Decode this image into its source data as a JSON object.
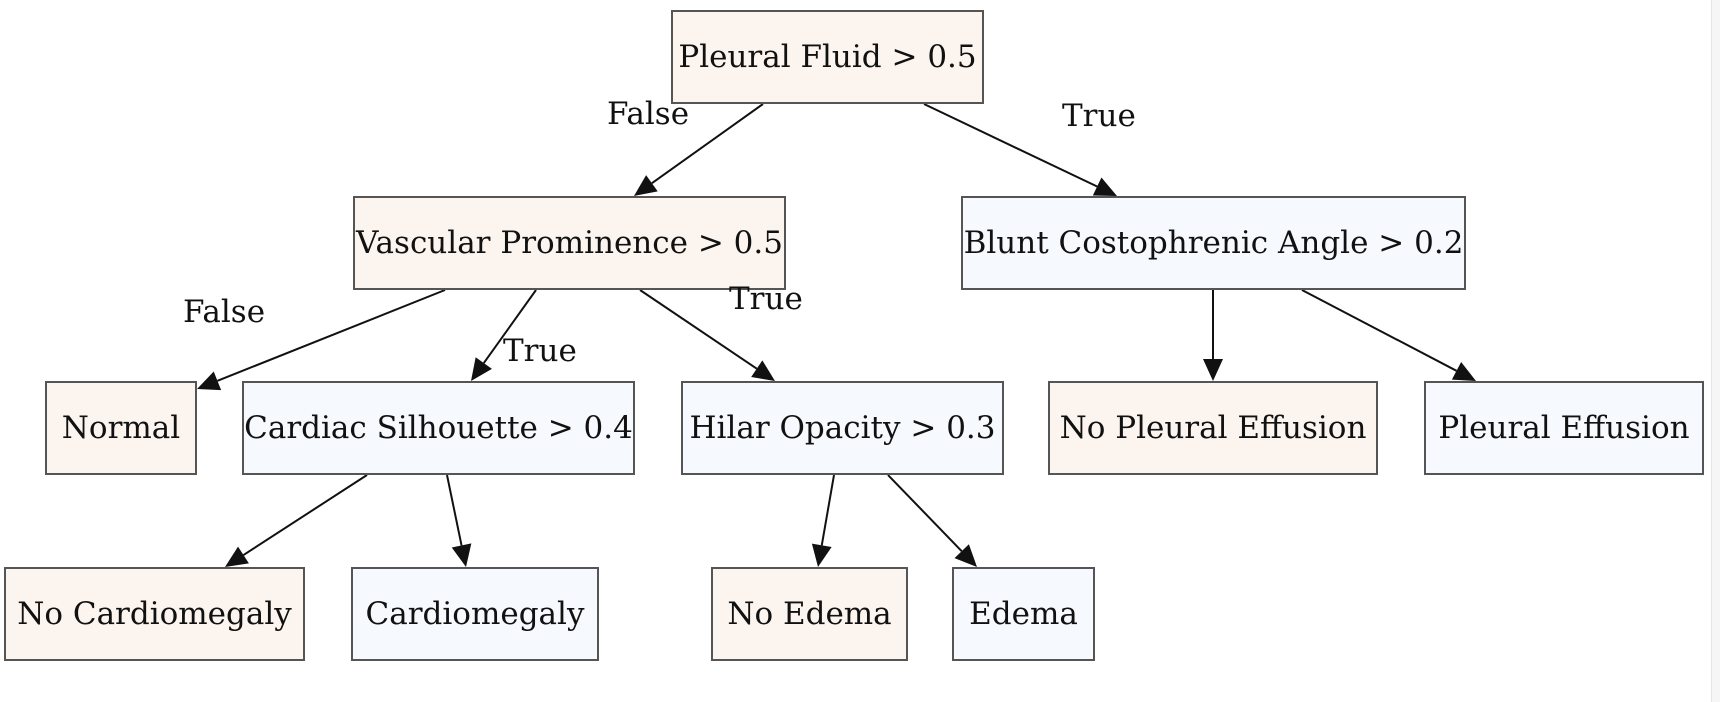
{
  "colors": {
    "warm_fill": "#fcf5ef",
    "cool_fill": "#f6f9fd",
    "edge_color": "#111111",
    "border_color": "#555555"
  },
  "nodes": [
    {
      "id": "pleural-fluid",
      "label": "Pleural Fluid > 0.5",
      "fill": "warm"
    },
    {
      "id": "vascular-prominence",
      "label": "Vascular Prominence > 0.5",
      "fill": "warm"
    },
    {
      "id": "blunt-costophrenic-angle",
      "label": "Blunt Costophrenic Angle > 0.2",
      "fill": "cool"
    },
    {
      "id": "normal",
      "label": "Normal",
      "fill": "warm"
    },
    {
      "id": "cardiac-silhouette",
      "label": "Cardiac Silhouette > 0.4",
      "fill": "cool"
    },
    {
      "id": "hilar-opacity",
      "label": "Hilar Opacity > 0.3",
      "fill": "cool"
    },
    {
      "id": "no-pleural-effusion",
      "label": "No Pleural Effusion",
      "fill": "warm"
    },
    {
      "id": "pleural-effusion",
      "label": "Pleural Effusion",
      "fill": "cool"
    },
    {
      "id": "no-cardiomegaly",
      "label": "No Cardiomegaly",
      "fill": "warm"
    },
    {
      "id": "cardiomegaly",
      "label": "Cardiomegaly",
      "fill": "cool"
    },
    {
      "id": "no-edema",
      "label": "No Edema",
      "fill": "warm"
    },
    {
      "id": "edema",
      "label": "Edema",
      "fill": "cool"
    }
  ],
  "edges": [
    {
      "from": "pleural-fluid",
      "to": "vascular-prominence",
      "label": "False"
    },
    {
      "from": "pleural-fluid",
      "to": "blunt-costophrenic-angle",
      "label": "True"
    },
    {
      "from": "vascular-prominence",
      "to": "normal",
      "label": "False"
    },
    {
      "from": "vascular-prominence",
      "to": "cardiac-silhouette",
      "label": "True"
    },
    {
      "from": "vascular-prominence",
      "to": "hilar-opacity",
      "label": "True"
    },
    {
      "from": "blunt-costophrenic-angle",
      "to": "no-pleural-effusion",
      "label": ""
    },
    {
      "from": "blunt-costophrenic-angle",
      "to": "pleural-effusion",
      "label": ""
    },
    {
      "from": "cardiac-silhouette",
      "to": "no-cardiomegaly",
      "label": ""
    },
    {
      "from": "cardiac-silhouette",
      "to": "cardiomegaly",
      "label": ""
    },
    {
      "from": "hilar-opacity",
      "to": "no-edema",
      "label": ""
    },
    {
      "from": "hilar-opacity",
      "to": "edema",
      "label": ""
    }
  ]
}
